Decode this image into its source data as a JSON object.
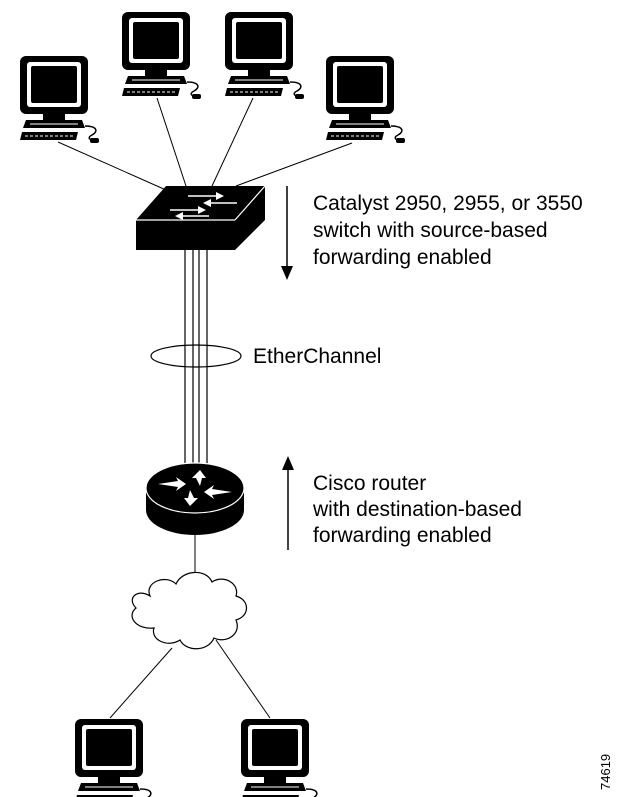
{
  "labels": {
    "switch_line1": "Catalyst 2950, 2955, or 3550",
    "switch_line2": "switch with source-based",
    "switch_line3": "forwarding enabled",
    "etherchannel": "EtherChannel",
    "router_line1": "Cisco router",
    "router_line2": "with destination-based",
    "router_line3": "forwarding enabled",
    "figure_id": "74619"
  },
  "icons": {
    "top_workstations": [
      "workstation-icon",
      "workstation-icon",
      "workstation-icon",
      "workstation-icon"
    ],
    "switch": "switch-icon",
    "router": "router-icon",
    "network": "cloud-icon",
    "bottom_workstations": [
      "workstation-icon",
      "workstation-icon"
    ]
  }
}
